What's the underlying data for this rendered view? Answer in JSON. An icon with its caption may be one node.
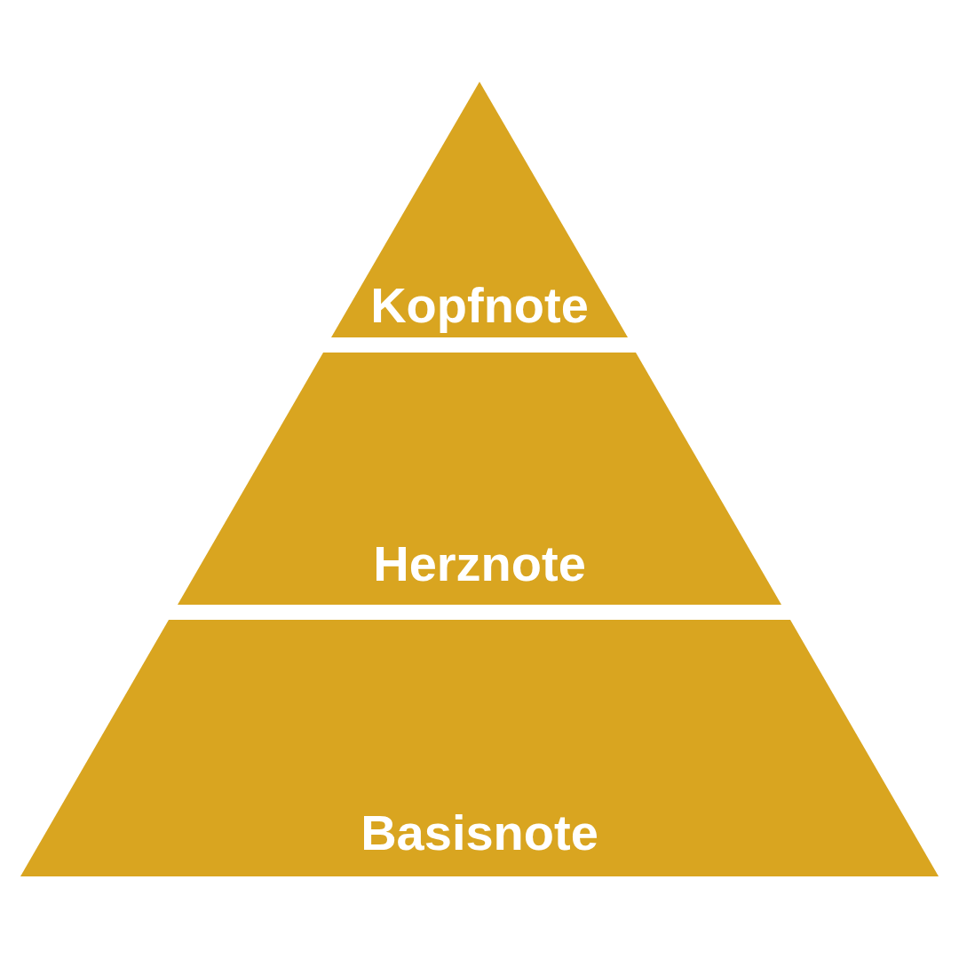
{
  "diagram": {
    "nodes": [
      {
        "text": [
          "Kopfnote"
        ]
      },
      {
        "text": [
          "Herznote"
        ]
      },
      {
        "text": [
          "Basisnote"
        ]
      }
    ]
  }
}
